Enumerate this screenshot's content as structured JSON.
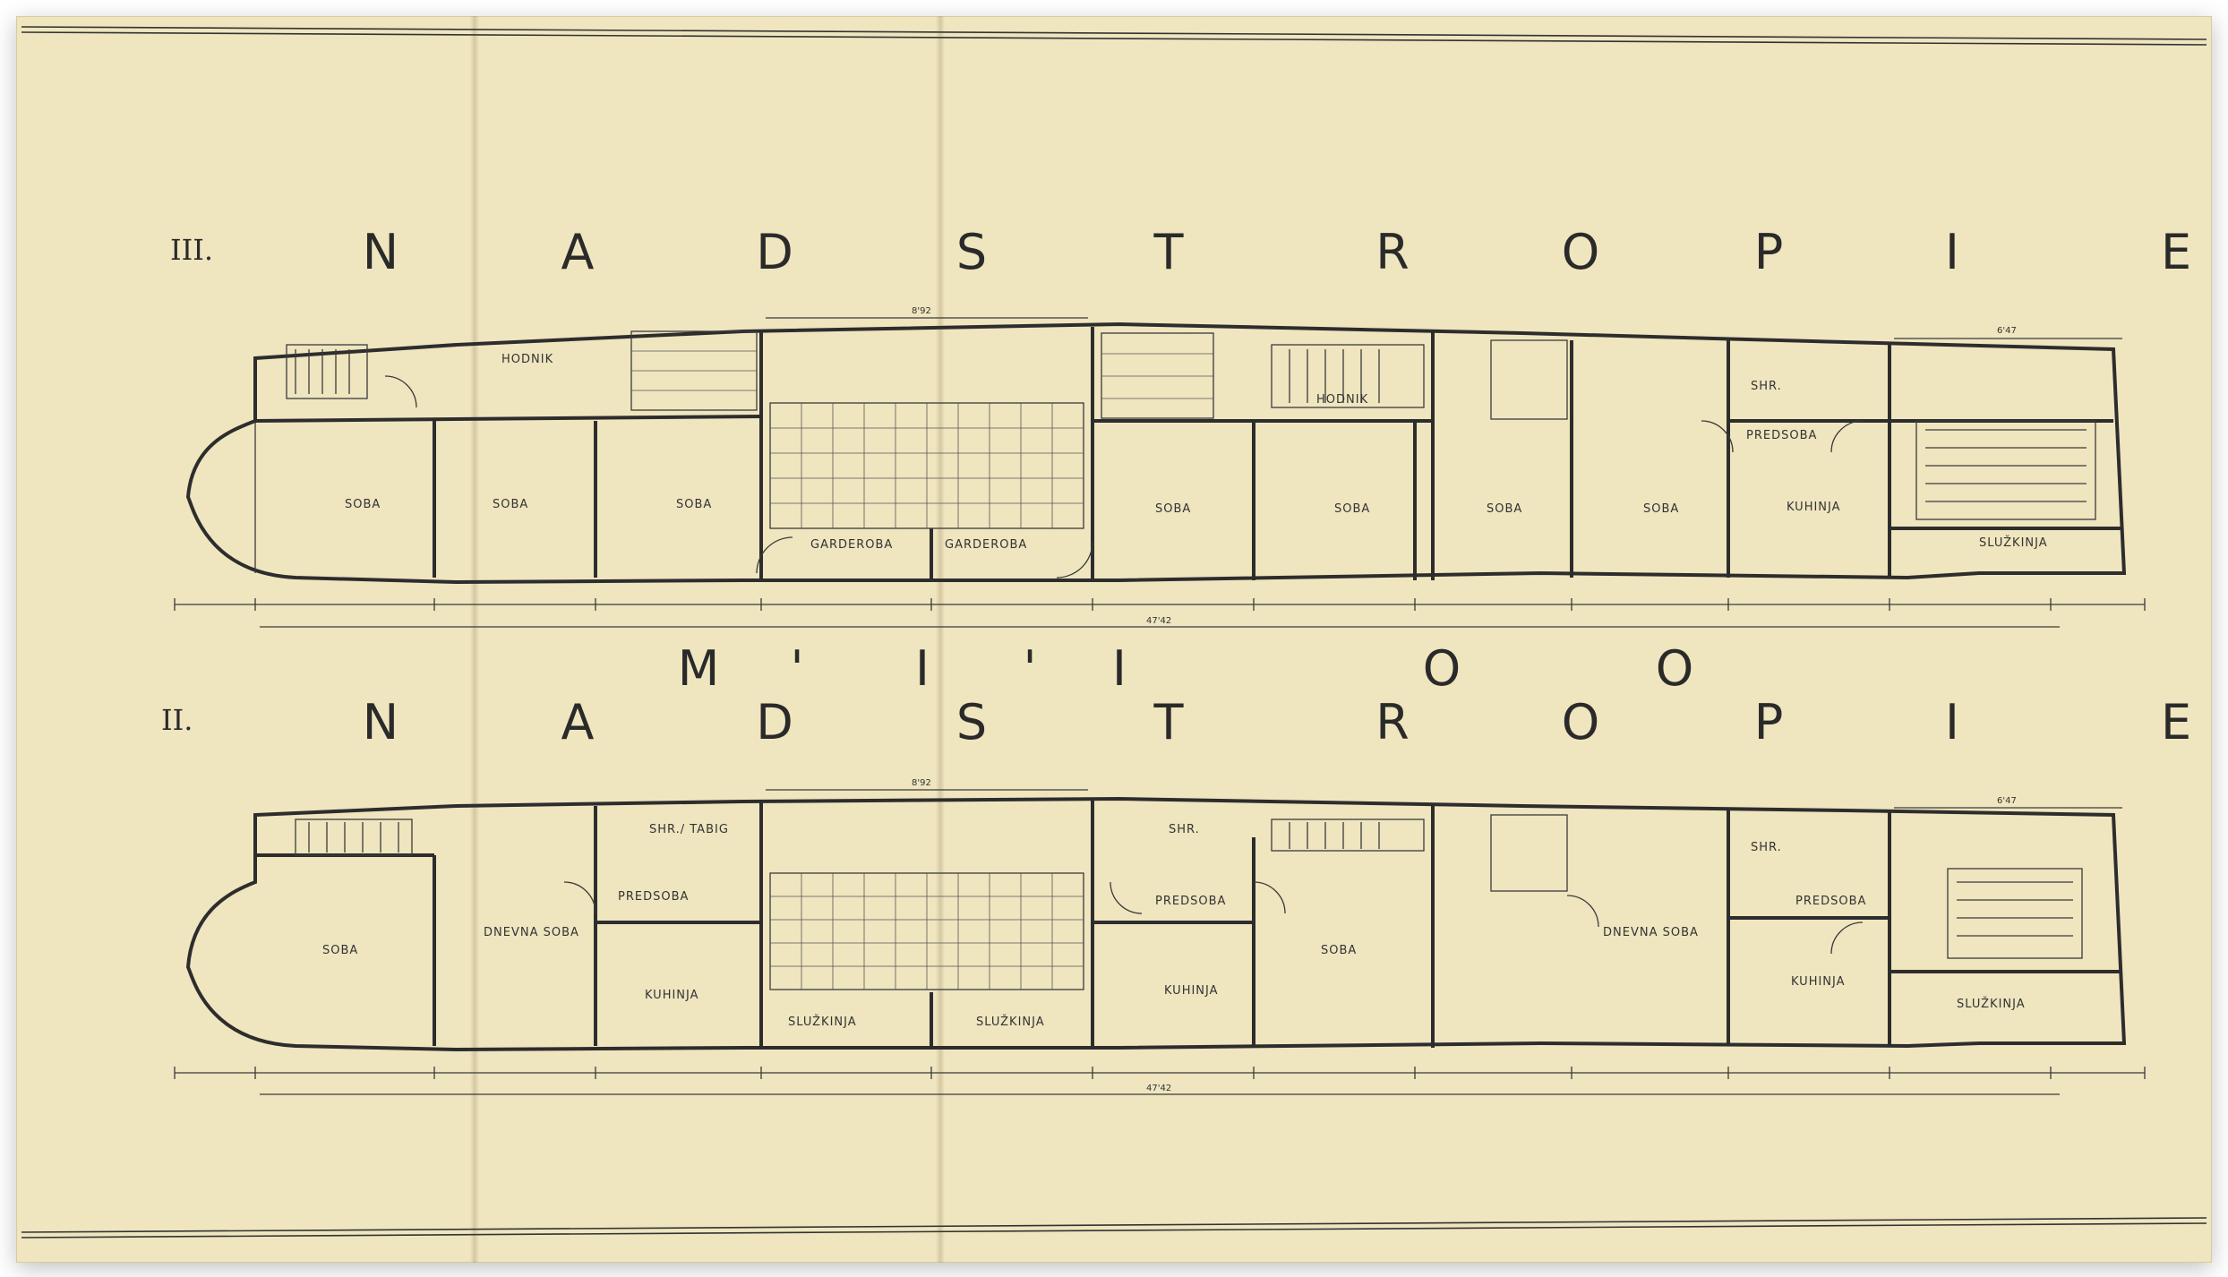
{
  "title_floor3": {
    "number": "III.",
    "letters": [
      "N",
      "A",
      "D",
      "S",
      "T",
      "R",
      "O",
      "P",
      "I",
      "E"
    ]
  },
  "title_middle": {
    "letters": [
      "M",
      "'",
      "I",
      "'",
      "I",
      "O",
      "O"
    ]
  },
  "title_floor2": {
    "number": "II.",
    "letters": [
      "N",
      "A",
      "D",
      "S",
      "T",
      "R",
      "O",
      "P",
      "I",
      "E"
    ]
  },
  "floor3_rooms": [
    "HODNIK",
    "SOBA",
    "SOBA",
    "SOBA",
    "GARDEROBA",
    "GARDEROBA",
    "SOBA",
    "HODNIK",
    "SOBA",
    "SOBA",
    "SOBA",
    "SHR.",
    "PREDSOBA",
    "KUHINJA",
    "SLUŽKINJA"
  ],
  "floor2_rooms": [
    "SOBA",
    "DNEVNA SOBA",
    "SHR./ TABIG",
    "PREDSOBA",
    "KUHINJA",
    "SLUŽKINJA",
    "SLUŽKINJA",
    "SHR.",
    "PREDSOBA",
    "KUHINJA",
    "SOBA",
    "DNEVNA SOBA",
    "SHR.",
    "PREDSOBA",
    "KUHINJA",
    "SLUŽKINJA"
  ],
  "dimensions_top": [
    "8'92",
    "6'47"
  ],
  "total_length": "47'42",
  "colors": {
    "paper": "#efe5bf",
    "ink": "#2d2d2d"
  }
}
